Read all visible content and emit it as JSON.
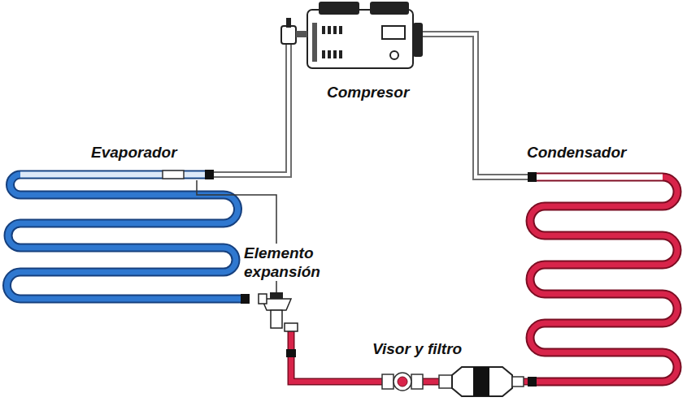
{
  "diagram": {
    "labels": [
      "Compresor",
      "Evaporador",
      "Condensador",
      "Elemento expansión",
      "Visor y filtro"
    ]
  }
}
